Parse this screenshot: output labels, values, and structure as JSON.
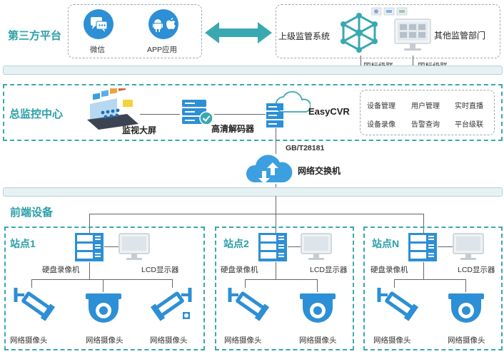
{
  "third_party": {
    "title": "第三方平台",
    "wechat": "微信",
    "app": "APP应用",
    "superior": "上级监管系统",
    "other_dept": "其他监管部门",
    "cascade_left": "国标级联",
    "cascade_right": "国标级联"
  },
  "center": {
    "title": "总监控中心",
    "screen": "监视大屏",
    "decoder": "高清解码器",
    "platform": "EasyCVR",
    "protocol": "GB/T28181",
    "switch": "网络交换机",
    "functions": [
      "设备管理",
      "用户管理",
      "实时直播",
      "设备录像",
      "告警查询",
      "平台级联"
    ]
  },
  "frontend": {
    "title": "前端设备",
    "sites": [
      {
        "name": "站点1",
        "nvr": "硬盘录像机",
        "lcd": "LCD显示器",
        "cams": [
          "网络摄像头",
          "网络摄像头",
          "网络摄像头"
        ]
      },
      {
        "name": "站点2",
        "nvr": "硬盘录像机",
        "lcd": "LCD显示器",
        "cams": [
          "网络摄像头",
          "网络摄像头"
        ]
      },
      {
        "name": "站点N",
        "nvr": "硬盘录像机",
        "lcd": "LCD显示器",
        "cams": [
          "网络摄像头",
          "网络摄像头"
        ]
      }
    ]
  },
  "colors": {
    "teal": "#3aa8b0",
    "title": "#2a9fa8",
    "icon_blue": "#2d8fd5",
    "cloud": "#3b9fe0"
  }
}
